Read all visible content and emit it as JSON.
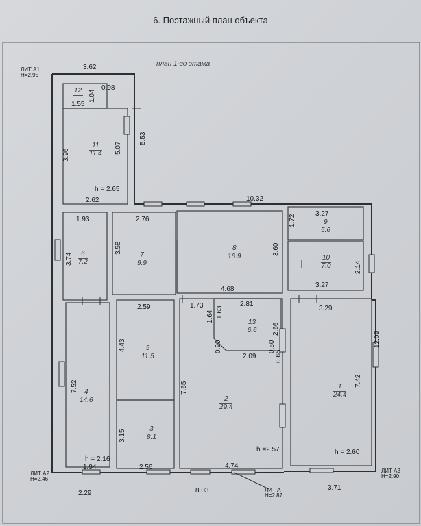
{
  "header": {
    "title": "6. Поэтажный план объекта",
    "subtitle": "план 1-го этажа"
  },
  "liters": [
    {
      "id": "lit-a1",
      "name": "ЛИТ А1",
      "height": "H=2.95"
    },
    {
      "id": "lit-a2",
      "name": "ЛИТ А2",
      "height": "H=2.46"
    },
    {
      "id": "lit-a",
      "name": "ЛИТ А",
      "height": "H=2.87"
    },
    {
      "id": "lit-a3",
      "name": "ЛИТ А3",
      "height": "H=2.90"
    }
  ],
  "rooms": [
    {
      "number": "12",
      "area": ""
    },
    {
      "number": "11",
      "area": "11.4"
    },
    {
      "number": "6",
      "area": "7.2"
    },
    {
      "number": "7",
      "area": "9.9"
    },
    {
      "number": "8",
      "area": "16.9"
    },
    {
      "number": "9",
      "area": "5.6"
    },
    {
      "number": "10",
      "area": "7.0"
    },
    {
      "number": "4",
      "area": "14.6"
    },
    {
      "number": "5",
      "area": "11.5"
    },
    {
      "number": "3",
      "area": "8.1"
    },
    {
      "number": "2",
      "area": "29.4"
    },
    {
      "number": "13",
      "area": "6.6"
    },
    {
      "number": "1",
      "area": "24.4"
    }
  ],
  "ceiling_heights": [
    "h = 2.65",
    "h = 2.16",
    "h =2.57",
    "h = 2.60"
  ],
  "dimensions": {
    "top_a1": "3.62",
    "r12_w": "0.98",
    "r12_h": "1.04",
    "r12_l": "1.55",
    "r11_left": "3.96",
    "r11_right": "5.07",
    "a1_right": "5.53",
    "r11_bottom": "2.62",
    "top_main": "10.32",
    "r6_top": "1.93",
    "r6_left": "3.74",
    "r7_top": "2.76",
    "r7_left": "3.58",
    "r8_right": "3.60",
    "r8_bottom": "4.68",
    "r9_left": "1.72",
    "r9_top": "3.27",
    "r10_right": "2.14",
    "r10_bottom": "3.27",
    "r5_top": "2.59",
    "r5_left": "4.43",
    "r13_a": "1.73",
    "r13_b": "1.64",
    "r13_c": "1.63",
    "r13_top": "2.81",
    "r13_right": "2.66",
    "r13_diag": "0.90",
    "r13_bottom": "2.09",
    "r13_d": "0.50",
    "r13_e": "0.65",
    "r1_top": "3.29",
    "a3_right": "12.09",
    "r1_right": "7.42",
    "r4_left": "7.52",
    "r2_left": "7.65",
    "r3_left": "3.15",
    "r4_bottom": "1.94",
    "r3_bottom": "2.56",
    "r2_bottom": "4.74",
    "a2_bottom": "2.29",
    "a_bottom": "8.03",
    "a3_bottom": "3.71"
  }
}
